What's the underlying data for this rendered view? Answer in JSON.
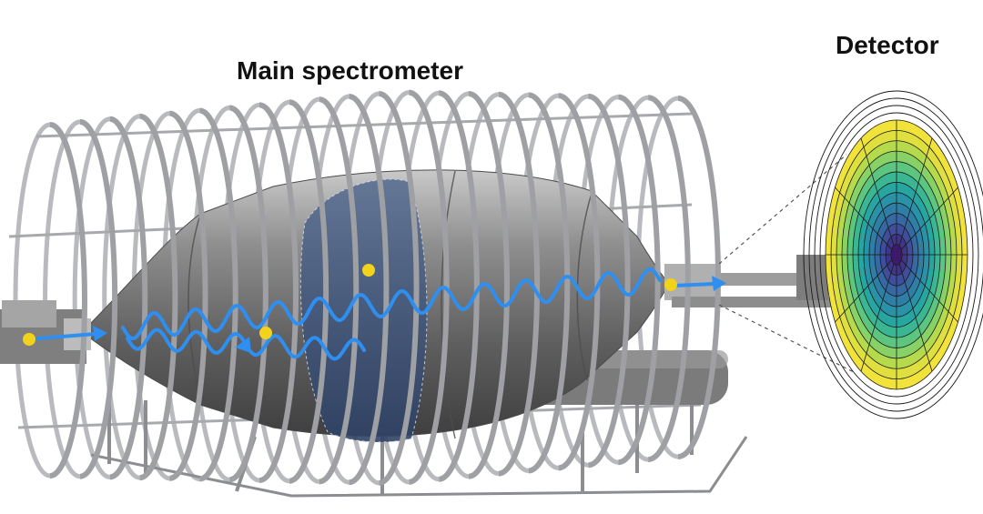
{
  "labels": {
    "spectrometer": "Main spectrometer",
    "detector": "Detector"
  },
  "colors": {
    "vessel": "#6f6f6f",
    "vessel_light": "#b9b9b9",
    "coil": "#9ea0a3",
    "analysis_plane": "#3f557a",
    "electron_track": "#2f8ff0",
    "electron": "#f2d21a"
  },
  "detector": {
    "rings": 13,
    "colormap": "viridis"
  }
}
